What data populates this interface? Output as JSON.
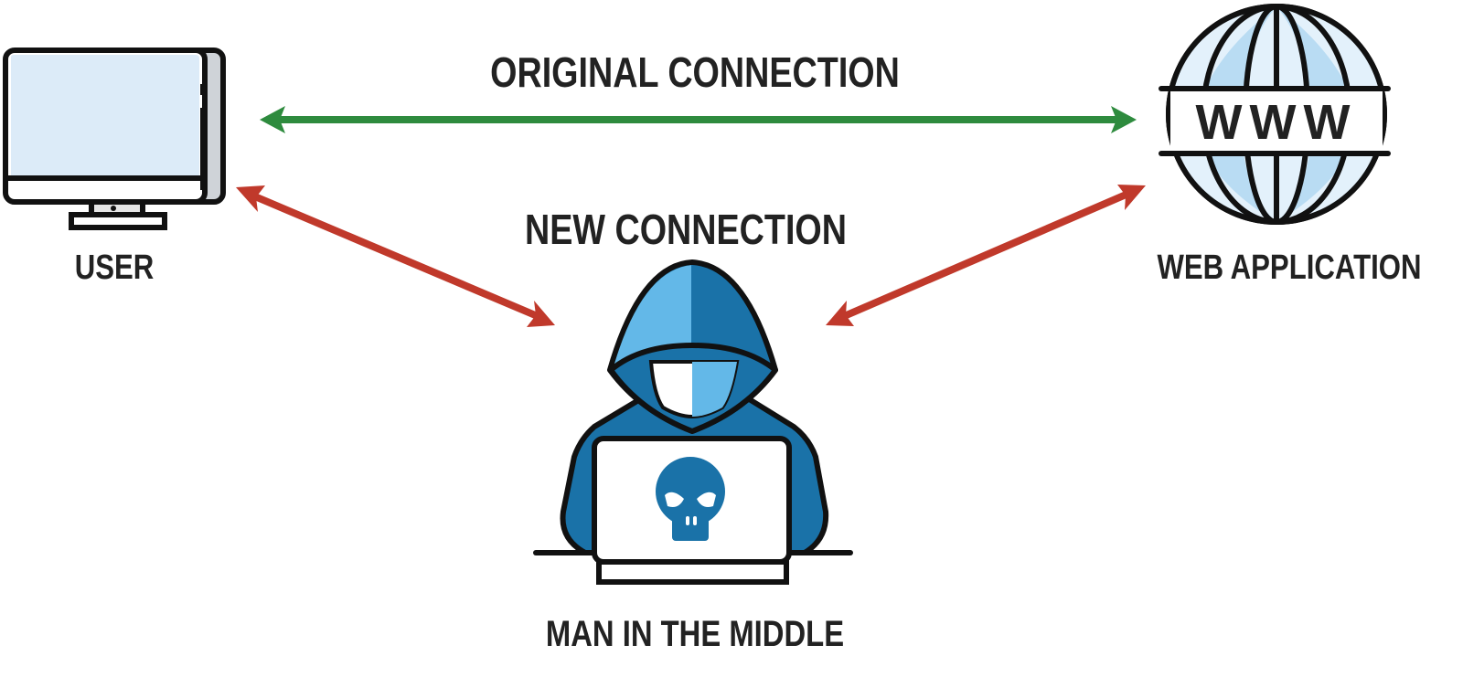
{
  "labels": {
    "original_connection": "ORIGINAL CONNECTION",
    "new_connection": "NEW CONNECTION",
    "user": "USER",
    "web_application": "WEB APPLICATION",
    "man_in_the_middle": "MAN IN THE MIDDLE",
    "globe_text": "WWW"
  },
  "colors": {
    "original_arrow": "#2e8b3e",
    "new_arrow": "#c0392b",
    "outline": "#111111",
    "monitor_screen": "#dcebf8",
    "globe_light": "#b9dcf3",
    "hood_light": "#63b8e8",
    "hood_dark": "#1a72a8",
    "skull": "#1a72a8"
  },
  "icons": [
    "monitor-icon",
    "globe-www-icon",
    "hacker-laptop-icon",
    "skull-icon"
  ]
}
